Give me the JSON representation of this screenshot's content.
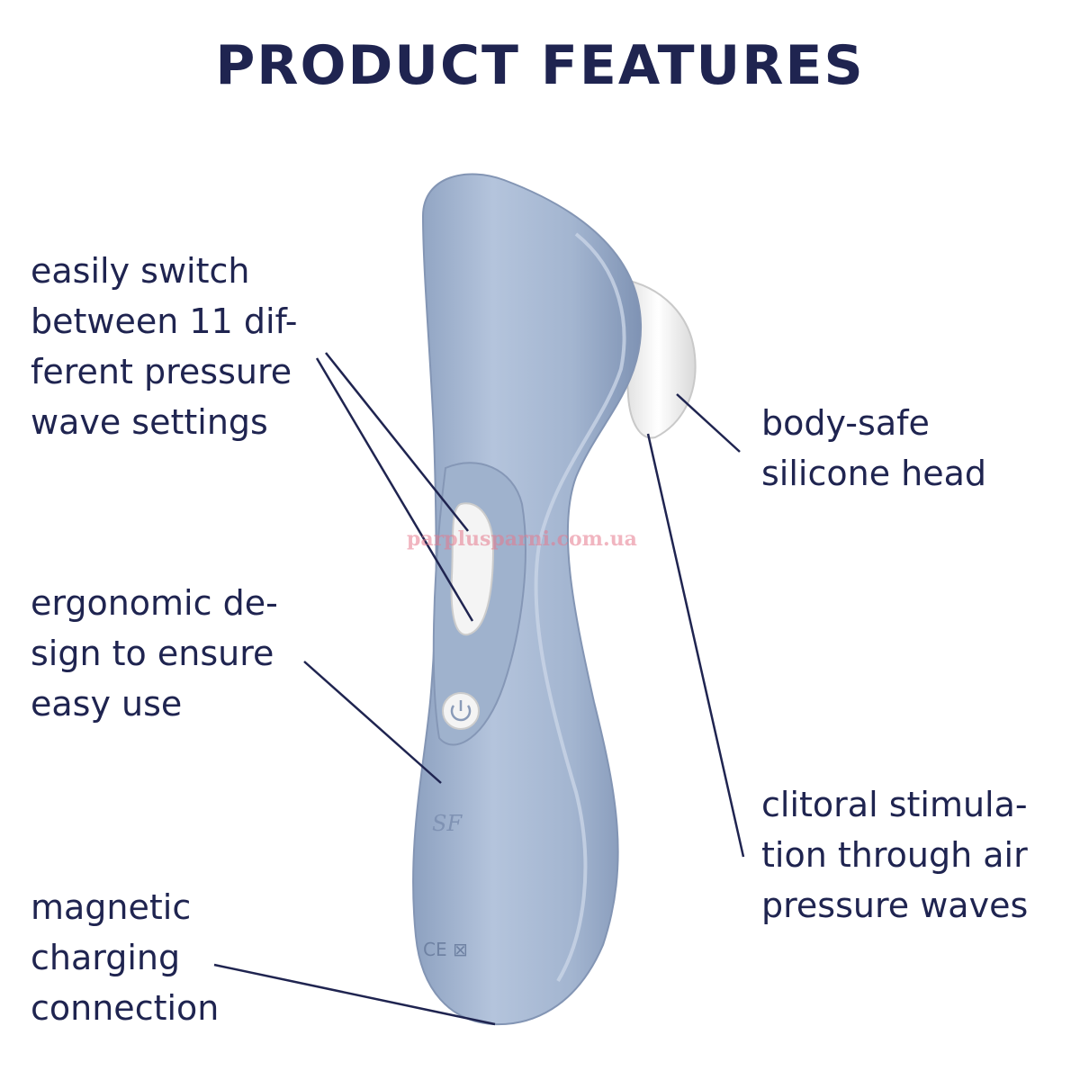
{
  "title": "PRODUCT FEATURES",
  "features": {
    "pressure_settings": [
      "easily switch",
      "between 11 dif-",
      "ferent pressure",
      "wave settings"
    ],
    "ergonomic": [
      "ergonomic de-",
      "sign to ensure",
      "easy use"
    ],
    "charging": [
      "magnetic",
      "charging",
      "connection"
    ],
    "silicone_head": [
      "body-safe",
      "silicone head"
    ],
    "air_pressure": [
      "clitoral stimula-",
      "tion through air",
      "pressure waves"
    ]
  },
  "product": {
    "logo_text": "SF",
    "body_color": "#a7b9d3",
    "head_color": "#f2f2f2",
    "line_color": "#1f2450"
  },
  "watermark": "parplusparni.com.ua"
}
